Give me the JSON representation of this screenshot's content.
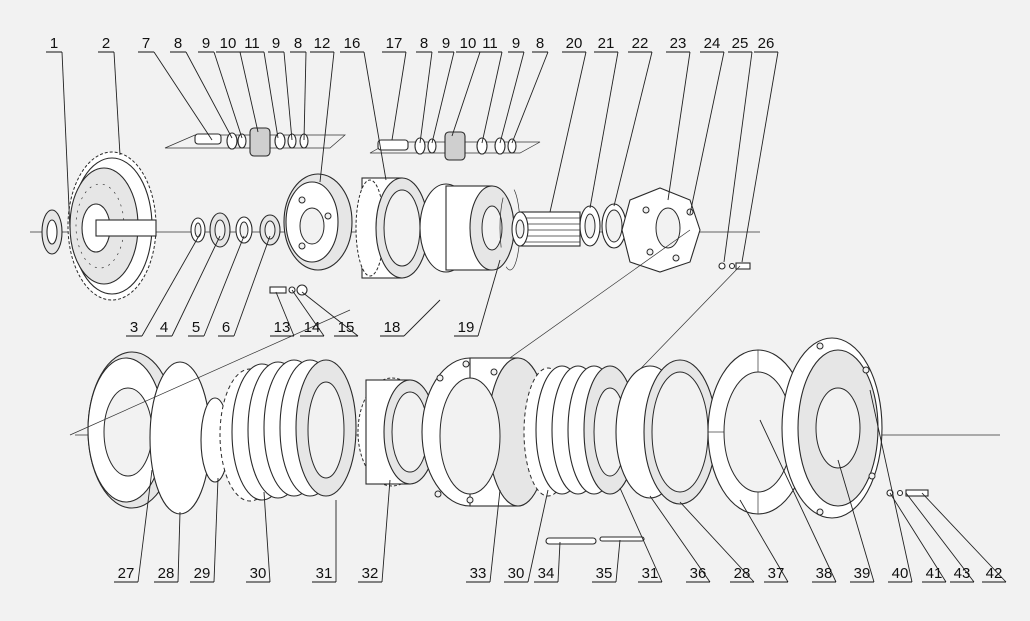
{
  "callouts_top": [
    "1",
    "2",
    "7",
    "8",
    "9",
    "10",
    "11",
    "9",
    "8",
    "12",
    "16",
    "17",
    "8",
    "9",
    "10",
    "11",
    "9",
    "8",
    "20",
    "21",
    "22",
    "23",
    "24",
    "25",
    "26"
  ],
  "callouts_mid": [
    "3",
    "4",
    "5",
    "6",
    "13",
    "14",
    "15",
    "18",
    "19"
  ],
  "callouts_bottom": [
    "27",
    "28",
    "29",
    "30",
    "31",
    "32",
    "33",
    "30",
    "34",
    "35",
    "31",
    "36",
    "28",
    "37",
    "38",
    "39",
    "40",
    "41",
    "43",
    "42"
  ],
  "colors": {
    "background": "#f2f2f2",
    "line": "#2a2a2a",
    "label": "#111111"
  }
}
